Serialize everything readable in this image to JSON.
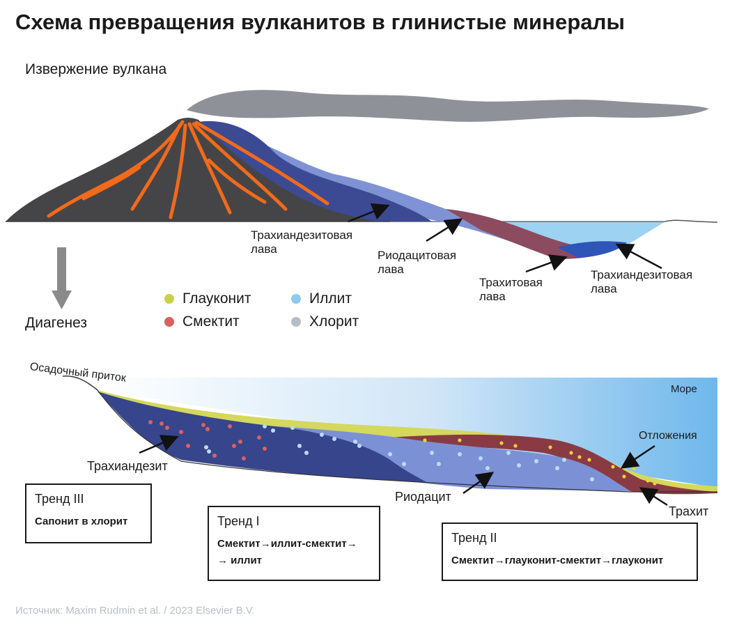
{
  "title": "Схема превращения вулканитов в глинистые минералы",
  "eruption_label": "Извержение вулкана",
  "diagenesis_label": "Диагенез",
  "lava_labels": {
    "trachyandesite_1": [
      "Трахиандезитовая",
      "лава"
    ],
    "rhyodacite": [
      "Риодацитовая",
      "лава"
    ],
    "trachyte": [
      "Трахитовая",
      "лава"
    ],
    "trachyandesite_2": [
      "Трахиандезитовая",
      "лава"
    ]
  },
  "legend": [
    {
      "label": "Глауконит",
      "color": "#c8d14a"
    },
    {
      "label": "Смектит",
      "color": "#d9625f"
    },
    {
      "label": "Иллит",
      "color": "#8fc9ef"
    },
    {
      "label": "Хлорит",
      "color": "#b5bec6"
    }
  ],
  "basin_labels": {
    "sediment_inflow": "Осадочный приток",
    "sea": "Море",
    "deposits": "Отложения",
    "trachyandesite": "Трахиандезит",
    "rhyodacite": "Риодацит",
    "trachyte": "Трахит"
  },
  "trends": [
    {
      "title": "Тренд III",
      "lines": [
        "Сапонит в хлорит"
      ]
    },
    {
      "title": "Тренд I",
      "lines": [
        "Смектит→иллит-смектит→",
        "→ иллит"
      ]
    },
    {
      "title": "Тренд II",
      "lines": [
        "Смектит→глауконит-смектит→глауконит"
      ]
    }
  ],
  "source": "Источник: Maxim Rudmin et al. / 2023 Elsevier B.V."
}
